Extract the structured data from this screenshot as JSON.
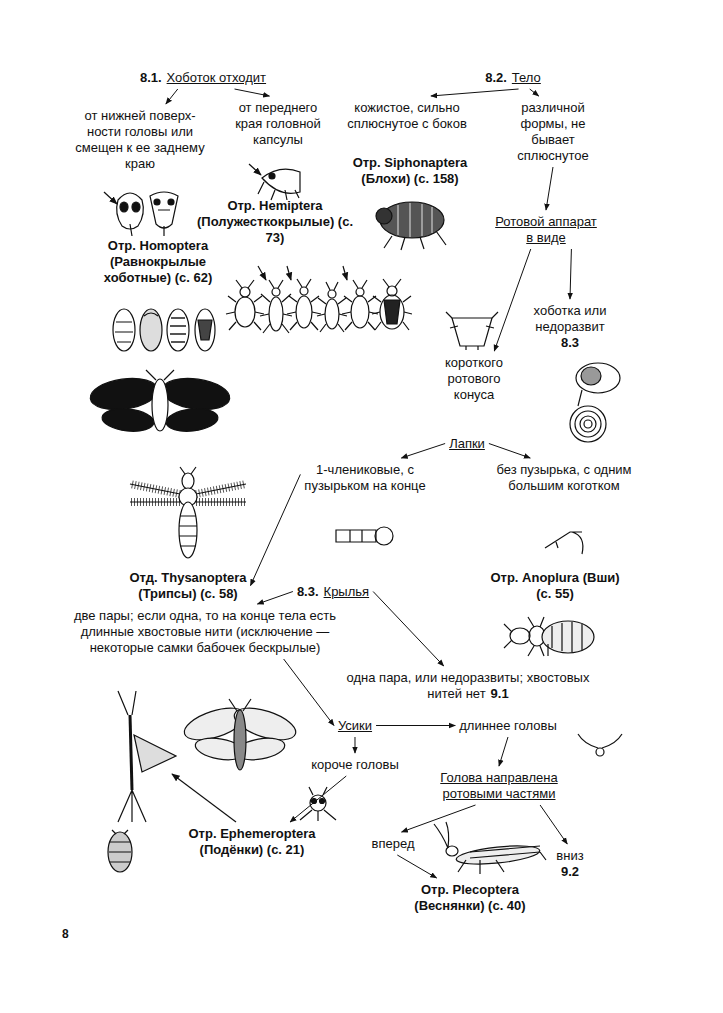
{
  "diagram": {
    "nodes": [
      {
        "text": [
          "8.1.",
          "Хоботок отходит"
        ]
      },
      {
        "text": [
          "от нижней поверх- ности головы или смещен к ее заднему краю"
        ]
      },
      {
        "text": [
          "от переднего края головной капсулы"
        ]
      },
      {
        "text": [
          "Отр. Homoptera (Равнокрылые хоботные) (с. 62)"
        ]
      },
      {
        "text": [
          "Отр. Hemiptera (Полужесткокрылые) (с. 73)"
        ]
      },
      {
        "text": [
          "8.2.",
          "Тело"
        ]
      },
      {
        "text": [
          "кожистое, сильно сплюснутое с боков"
        ]
      },
      {
        "text": [
          "различной формы, не бывает сплюснутое"
        ]
      },
      {
        "text": [
          "Отр. Siphonaptera (Блохи) (с. 158)"
        ]
      },
      {
        "text": [
          "Ротовой аппарат в виде"
        ]
      },
      {
        "text": [
          "короткого ротового конуса"
        ]
      },
      {
        "text": [
          "хоботка или недоразвит",
          "8.3"
        ]
      },
      {
        "text": [
          "Лапки"
        ]
      },
      {
        "text": [
          "1-члениковые, с пузырьком на конце"
        ]
      },
      {
        "text": [
          "без пузырька, с одним большим коготком"
        ]
      },
      {
        "text": [
          "Отд. Thysanoptera (Трипсы) (с. 58)"
        ]
      },
      {
        "text": [
          "Отр. Anoplura (Вши) (с. 55)"
        ]
      },
      {
        "text": [
          "8.3.",
          "Крылья"
        ]
      },
      {
        "text": [
          "две пары; если одна, то на конце тела есть длинные хвостовые нити (исключение — некоторые самки бабочек бескрылые)"
        ]
      },
      {
        "text": [
          "одна пара, или недоразвиты; хвостовых нитей нет",
          "9.1"
        ]
      },
      {
        "text": [
          "Усики"
        ]
      },
      {
        "text": [
          "короче головы"
        ]
      },
      {
        "text": [
          "длиннее головы"
        ]
      },
      {
        "text": [
          "Голова направлена ротовыми частями"
        ]
      },
      {
        "text": [
          "Отр. Ephemeroptera (Подёнки) (с. 21)"
        ]
      },
      {
        "text": [
          "вперед"
        ]
      },
      {
        "text": [
          "вниз",
          "9.2"
        ]
      },
      {
        "text": [
          "Отр. Plecoptera (Веснянки) (с. 40)"
        ]
      }
    ],
    "edges": [
      {
        "from": 0,
        "to": 1,
        "arrow": "to"
      },
      {
        "from": 0,
        "to": 2,
        "arrow": "to"
      },
      {
        "from": 5,
        "to": 6,
        "arrow": "to"
      },
      {
        "from": 5,
        "to": 7,
        "arrow": "to"
      },
      {
        "from": 7,
        "to": 9,
        "arrow": "to"
      },
      {
        "from": 9,
        "to": 10,
        "arrow": "to"
      },
      {
        "from": 9,
        "to": 11,
        "arrow": "to"
      },
      {
        "from": 12,
        "to": 13,
        "arrow": "to"
      },
      {
        "from": 12,
        "to": 14,
        "arrow": "to"
      },
      {
        "from": 13,
        "to": 15,
        "arrow": "to"
      },
      {
        "from": 17,
        "to": 18,
        "arrow": "to"
      },
      {
        "from": 17,
        "to": 19,
        "arrow": "to"
      },
      {
        "from": 18,
        "to": 20,
        "arrow": "to"
      },
      {
        "from": 20,
        "to": 22,
        "arrow": "to"
      },
      {
        "from": 20,
        "to": 21,
        "arrow": "to"
      },
      {
        "from": 21,
        "to": 24,
        "arrow": "to"
      },
      {
        "from": 22,
        "to": 23,
        "arrow": "to"
      },
      {
        "from": 23,
        "to": 25,
        "arrow": "to"
      },
      {
        "from": 23,
        "to": 26,
        "arrow": "to"
      },
      {
        "from": 25,
        "to": 27,
        "arrow": "to"
      }
    ],
    "labels": [
      "8"
    ]
  }
}
